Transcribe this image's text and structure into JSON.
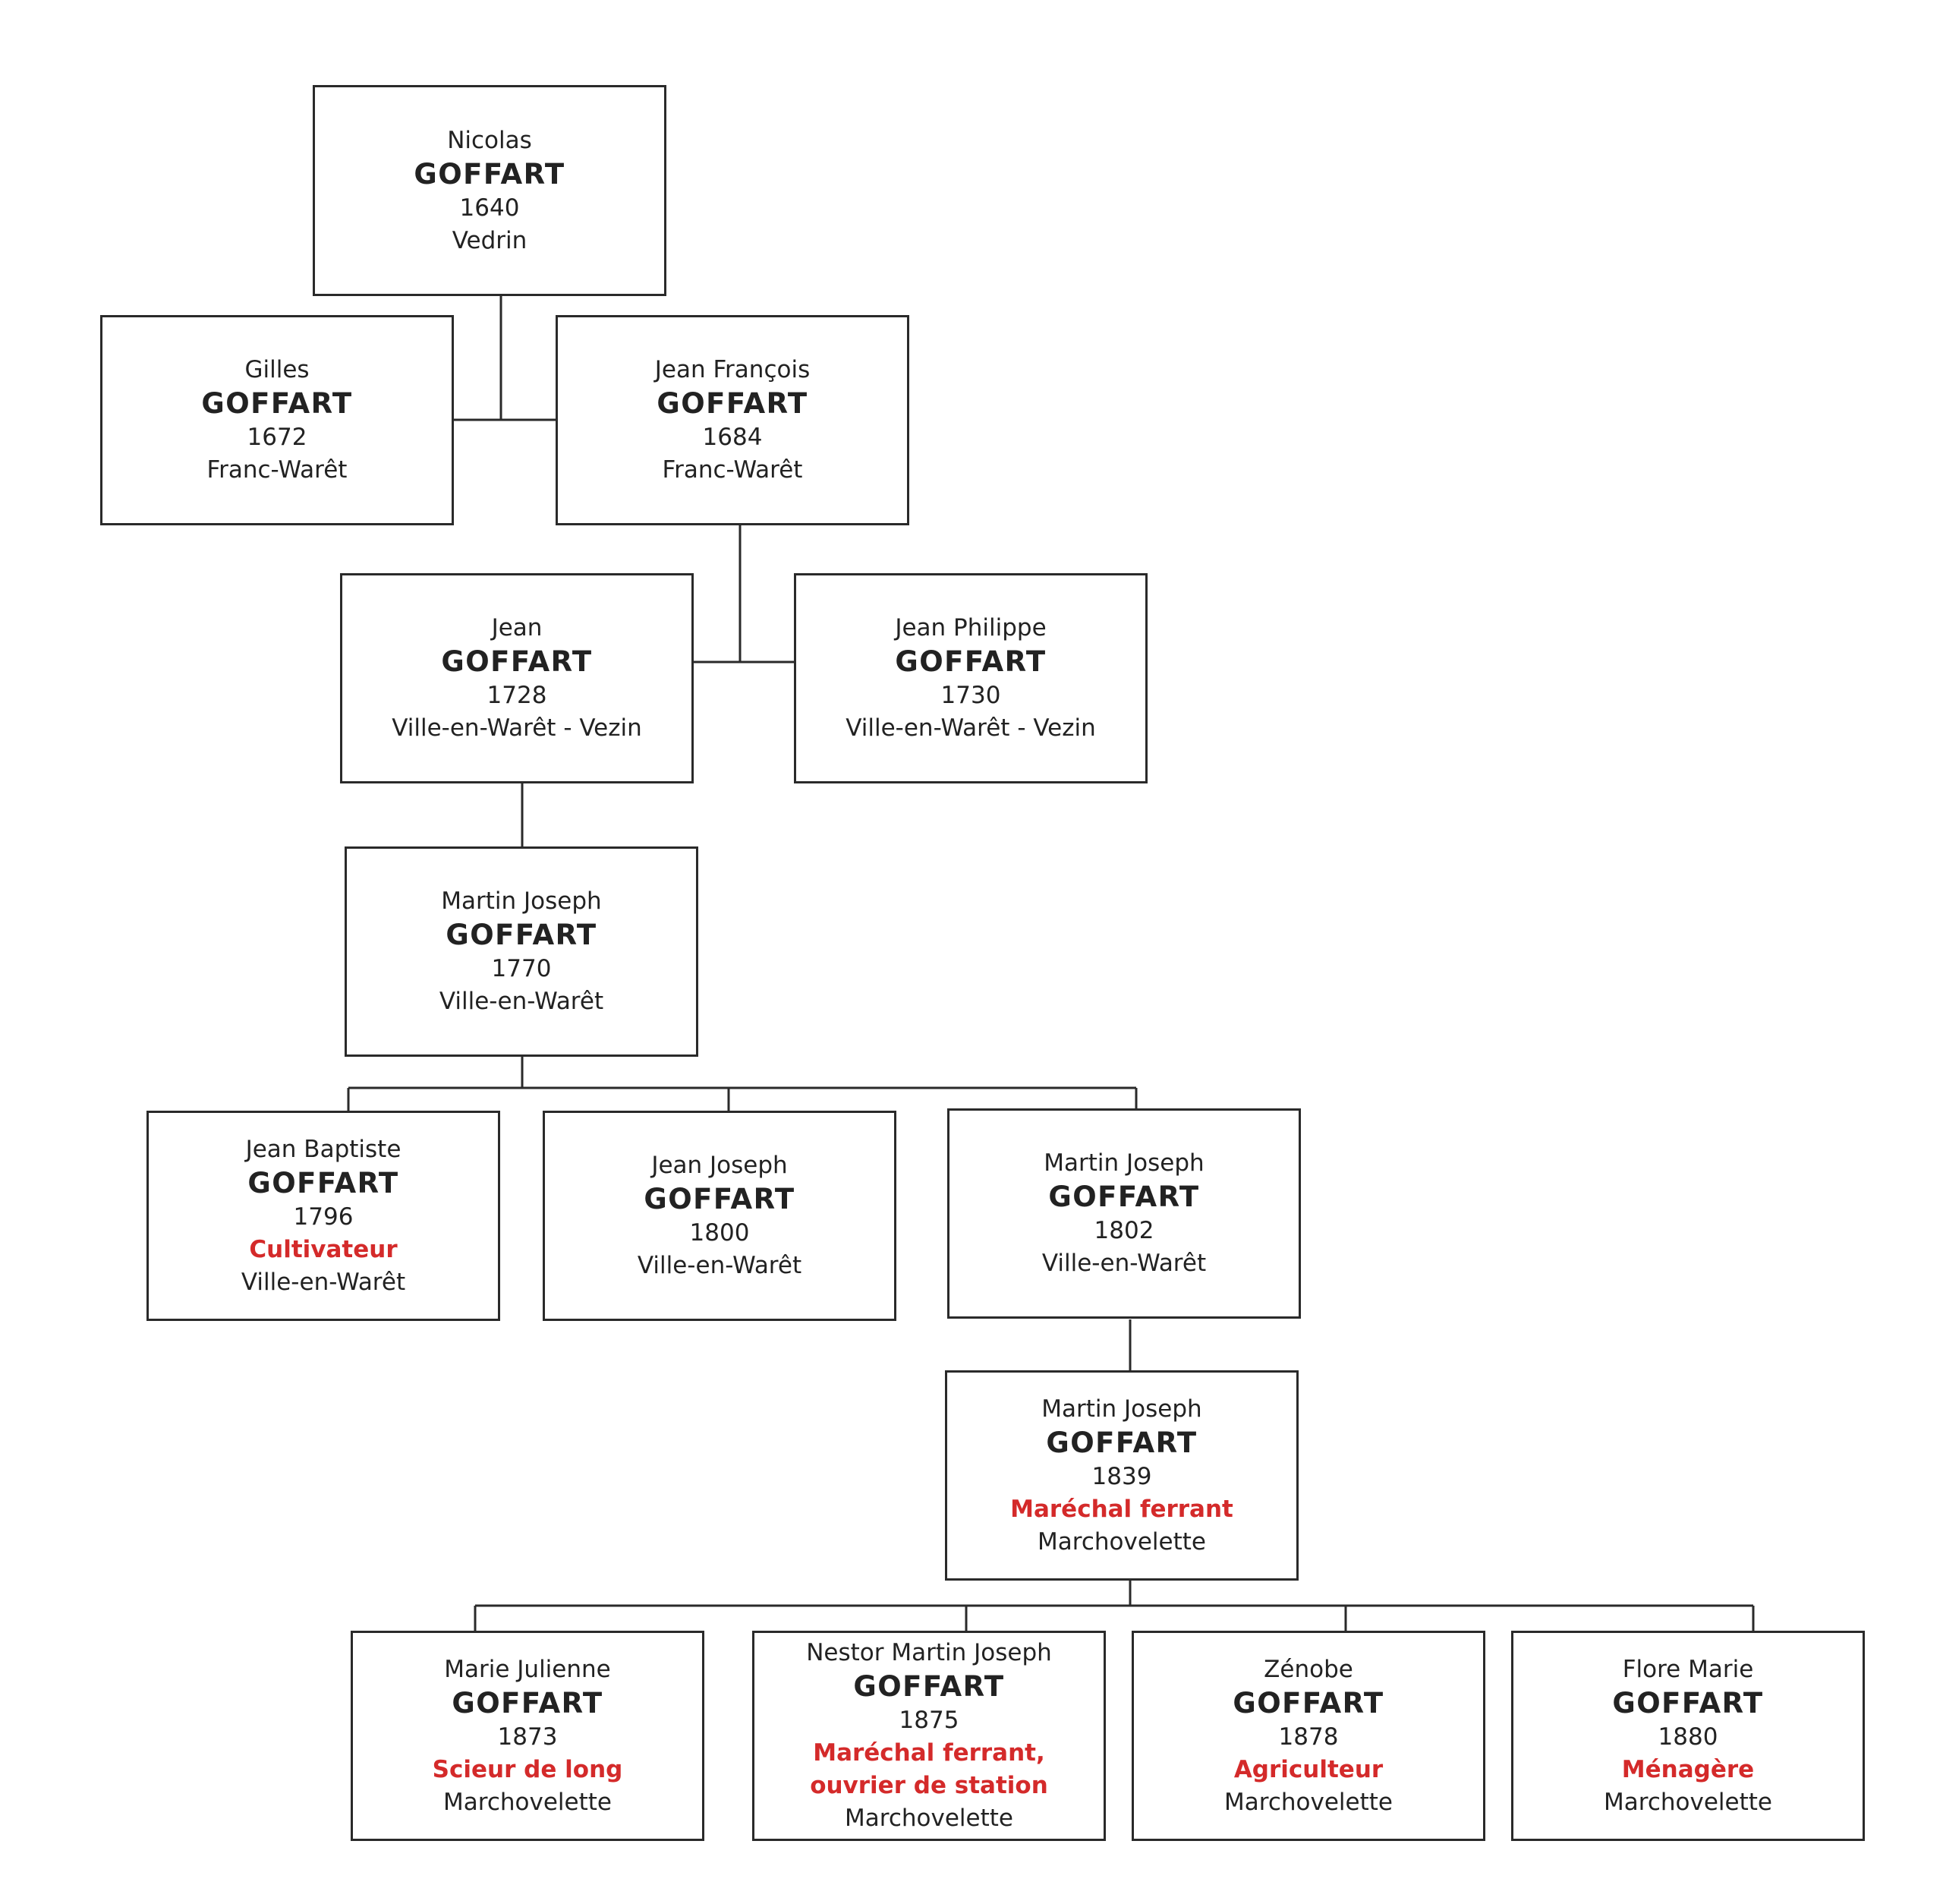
{
  "colors": {
    "line": "#2a2a2a",
    "occupation": "#d42a2a",
    "text": "#222222"
  },
  "people": {
    "nicolas_1640": {
      "given": "Nicolas",
      "surname": "GOFFART",
      "year": "1640",
      "occupation": "",
      "place": "Vedrin"
    },
    "gilles_1672": {
      "given": "Gilles",
      "surname": "GOFFART",
      "year": "1672",
      "occupation": "",
      "place": "Franc-Warêt"
    },
    "jean_francois_1684": {
      "given": "Jean François",
      "surname": "GOFFART",
      "year": "1684",
      "occupation": "",
      "place": "Franc-Warêt"
    },
    "jean_1728": {
      "given": "Jean",
      "surname": "GOFFART",
      "year": "1728",
      "occupation": "",
      "place": "Ville-en-Warêt - Vezin"
    },
    "jean_philippe_1730": {
      "given": "Jean Philippe",
      "surname": "GOFFART",
      "year": "1730",
      "occupation": "",
      "place": "Ville-en-Warêt - Vezin"
    },
    "martin_joseph_1770": {
      "given": "Martin Joseph",
      "surname": "GOFFART",
      "year": "1770",
      "occupation": "",
      "place": "Ville-en-Warêt"
    },
    "jean_baptiste_1796": {
      "given": "Jean Baptiste",
      "surname": "GOFFART",
      "year": "1796",
      "occupation": "Cultivateur",
      "place": "Ville-en-Warêt"
    },
    "jean_joseph_1800": {
      "given": "Jean Joseph",
      "surname": "GOFFART",
      "year": "1800",
      "occupation": "",
      "place": "Ville-en-Warêt"
    },
    "martin_joseph_1802": {
      "given": "Martin Joseph",
      "surname": "GOFFART",
      "year": "1802",
      "occupation": "",
      "place": "Ville-en-Warêt"
    },
    "martin_joseph_1839": {
      "given": "Martin Joseph",
      "surname": "GOFFART",
      "year": "1839",
      "occupation": "Maréchal ferrant",
      "place": "Marchovelette"
    },
    "marie_julienne_1873": {
      "given": "Marie Julienne",
      "surname": "GOFFART",
      "year": "1873",
      "occupation": "Scieur de long",
      "place": "Marchovelette"
    },
    "nestor_1875": {
      "given": "Nestor Martin Joseph",
      "surname": "GOFFART",
      "year": "1875",
      "occupation": "Maréchal ferrant,\nouvrier de station",
      "place": "Marchovelette"
    },
    "zenobe_1878": {
      "given": "Zénobe",
      "surname": "GOFFART",
      "year": "1878",
      "occupation": "Agriculteur",
      "place": "Marchovelette"
    },
    "flore_marie_1880": {
      "given": "Flore Marie",
      "surname": "GOFFART",
      "year": "1880",
      "occupation": "Ménagère",
      "place": "Marchovelette"
    }
  }
}
